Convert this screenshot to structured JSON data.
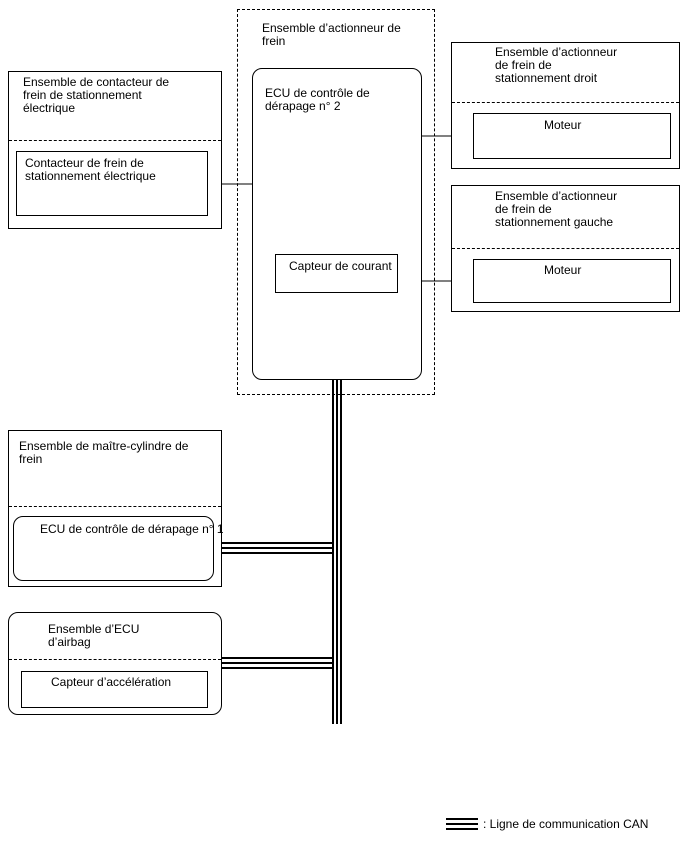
{
  "brake_actuator_assembly": {
    "title": "Ensemble d’actionneur de\nfrein",
    "ecu_label": "ECU de contrôle de\ndérapage n° 2",
    "current_sensor_label": "Capteur de courant"
  },
  "epb_switch_assembly": {
    "title": "Ensemble de contacteur de\nfrein de stationnement\nélectrique",
    "switch_label": "Contacteur de frein de\nstationnement électrique"
  },
  "right_actuator_assembly": {
    "title": "Ensemble d’actionneur\nde frein de\nstationnement droit",
    "motor_label": "Moteur"
  },
  "left_actuator_assembly": {
    "title": "Ensemble d’actionneur\nde frein de\nstationnement gauche",
    "motor_label": "Moteur"
  },
  "master_cylinder_assembly": {
    "title": "Ensemble de maître-cylindre de\nfrein",
    "ecu_label": "ECU de contrôle de dérapage n° 1"
  },
  "airbag_ecu_assembly": {
    "title": "Ensemble d’ECU\nd’airbag",
    "sensor_label": "Capteur d’accélération"
  },
  "legend": {
    "can_line_label": ": Ligne de communication CAN"
  }
}
